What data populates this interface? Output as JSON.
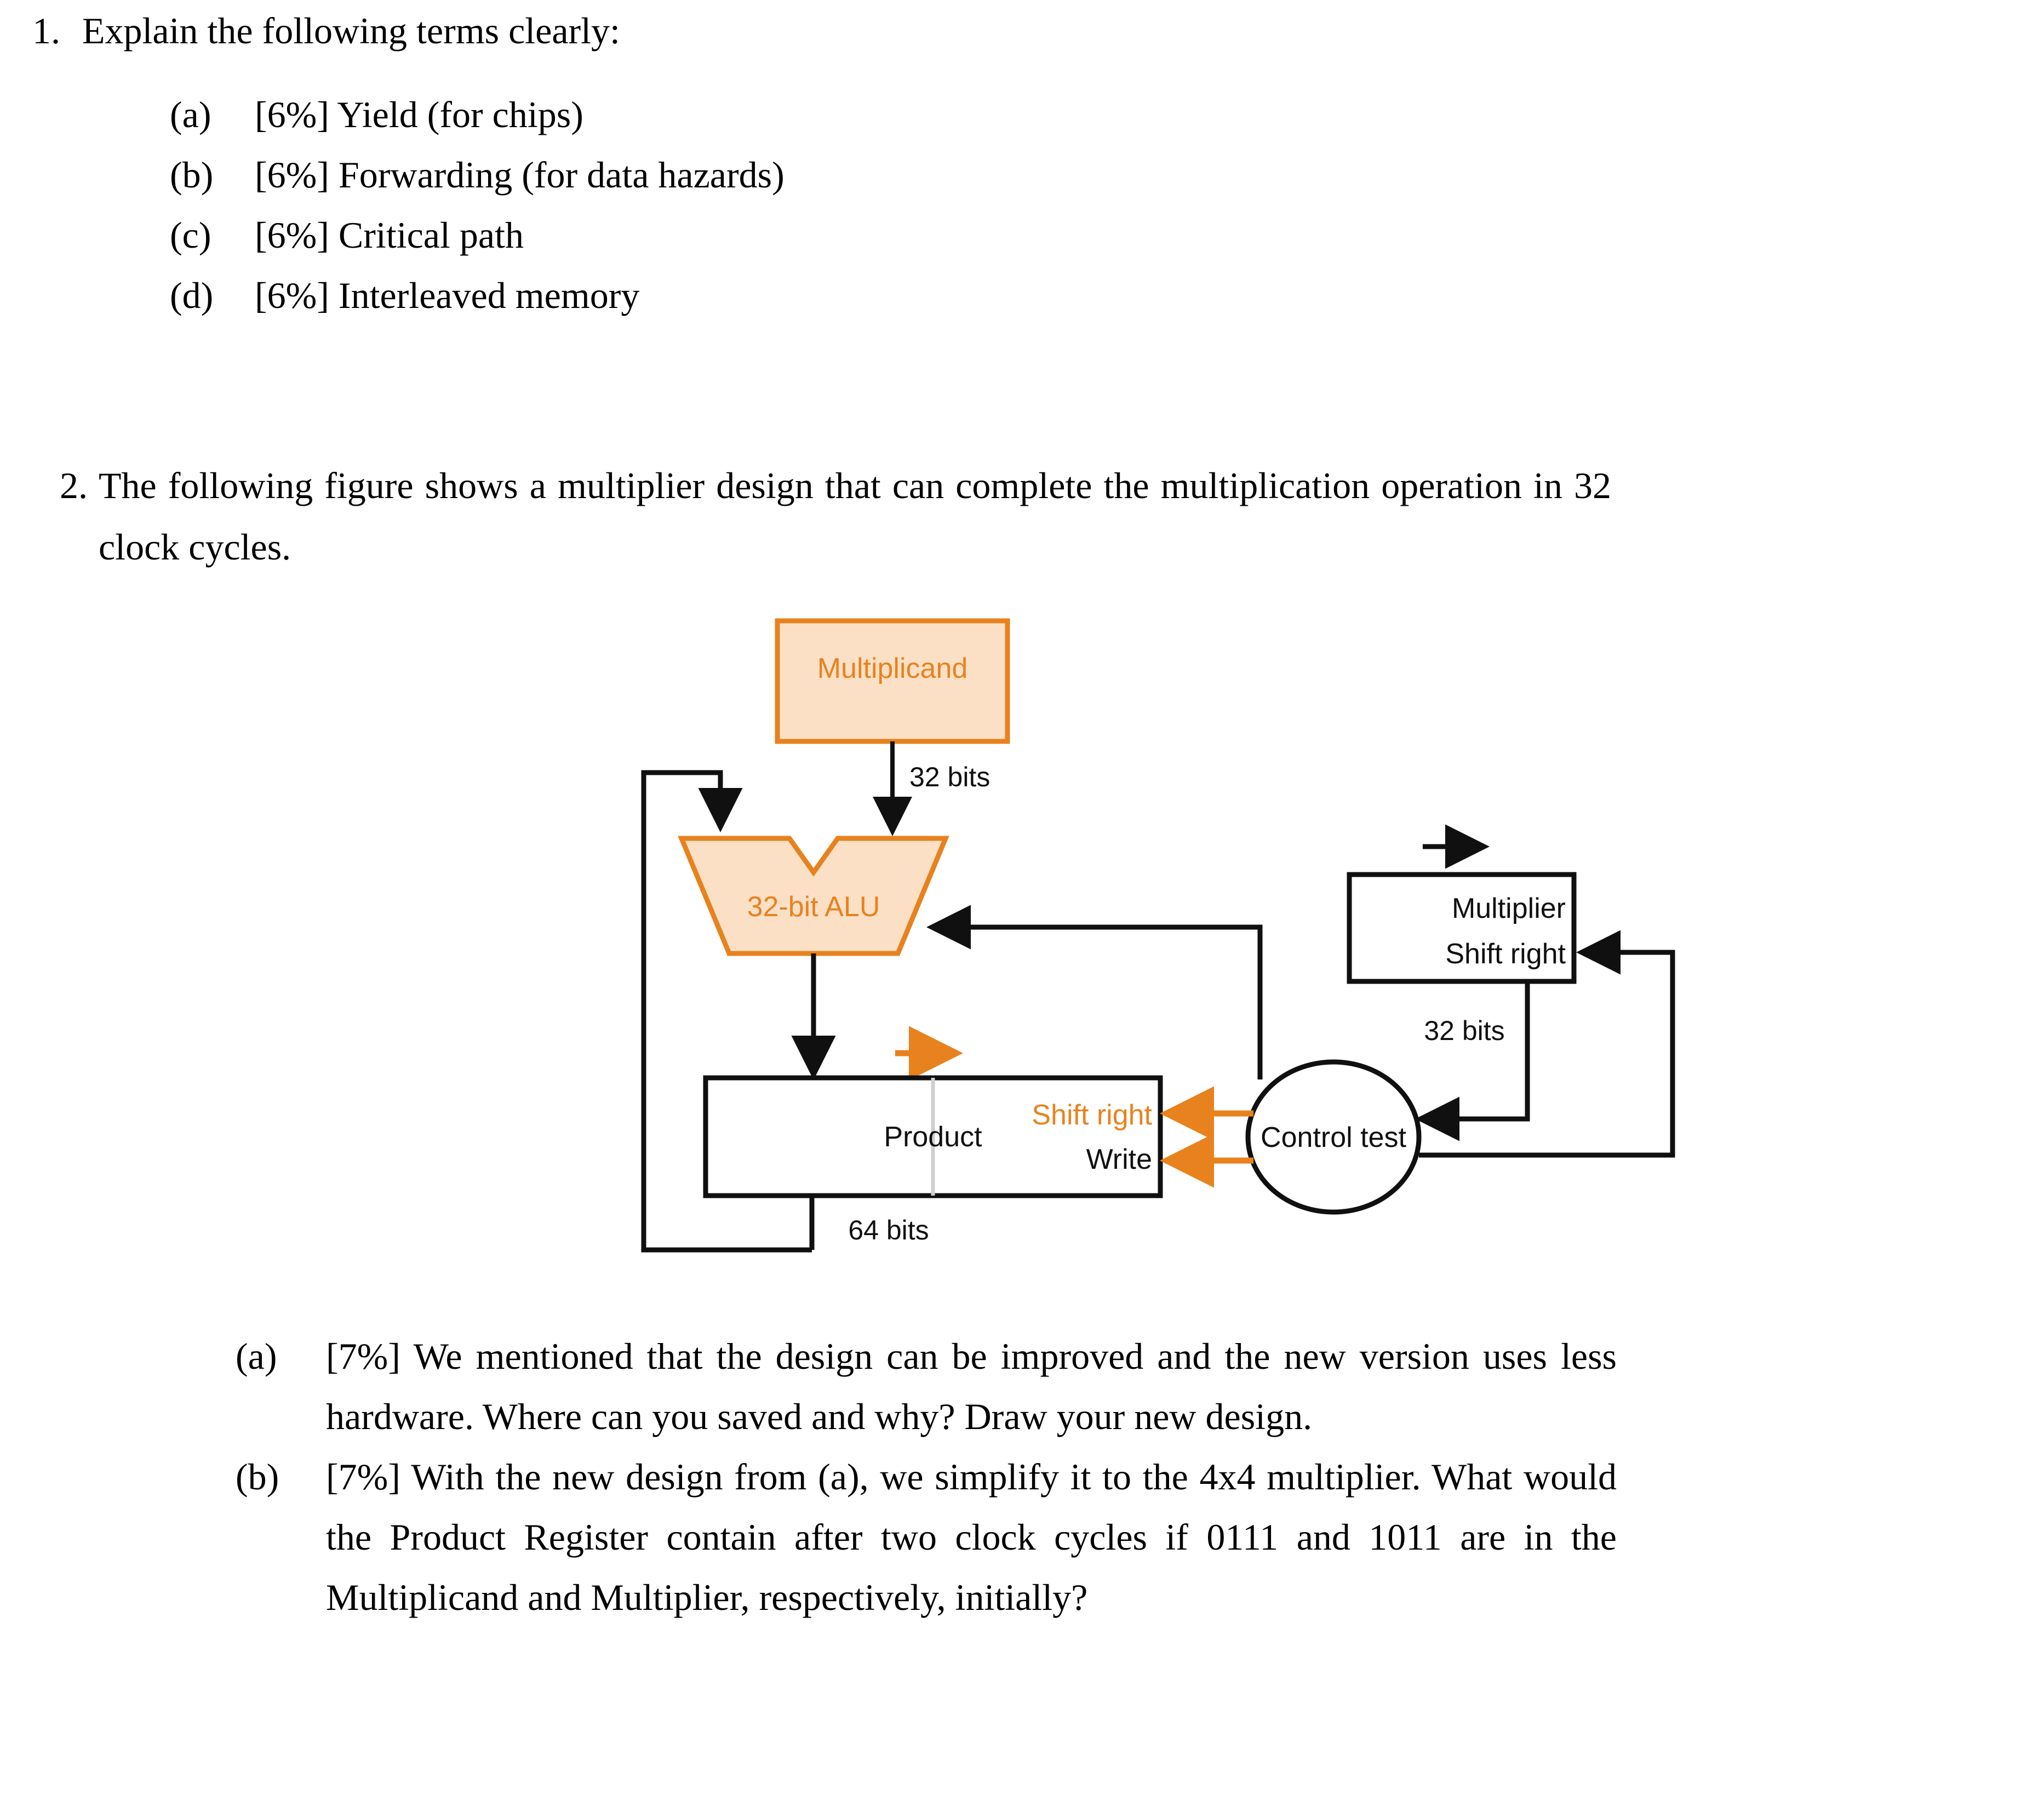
{
  "document": {
    "title": "Computer Architecture Exam Questions"
  },
  "colors": {
    "orange_stroke": "#E8821E",
    "orange_fill": "#FBE0C6",
    "black": "#101010",
    "divider_grey": "#CFCFCF",
    "page_background": "#FFFFFF"
  },
  "questions": [
    {
      "number": "1.",
      "text": "Explain the following terms clearly:",
      "subitems": [
        {
          "label": "(a)",
          "text": "[6%] Yield (for chips)"
        },
        {
          "label": "(b)",
          "text": "[6%] Forwarding (for data hazards)"
        },
        {
          "label": "(c)",
          "text": "[6%] Critical path"
        },
        {
          "label": "(d)",
          "text": "[6%] Interleaved memory"
        }
      ]
    },
    {
      "number": "2.",
      "text": "The following figure shows a multiplier design that can complete the multiplication operation in 32 clock cycles.",
      "subitems": [
        {
          "label": "(a)",
          "text": "[7%] We mentioned that the design can be improved and the new version uses less hardware. Where can you saved and why? Draw your new design."
        },
        {
          "label": "(b)",
          "text": "[7%] With the new design from (a), we simplify it to the 4x4 multiplier. What would the Product Register contain after two clock cycles if 0111 and 1011 are in the Multiplicand and Multiplier, respectively, initially?"
        }
      ]
    }
  ],
  "figure": {
    "multiplicand_box": {
      "label": "Multiplicand"
    },
    "multiplicand_wire_label": "32 bits",
    "alu": {
      "label": "32-bit ALU"
    },
    "product_box": {
      "label": "Product",
      "shift_right_label": "Shift right",
      "write_label": "Write"
    },
    "product_wire_label": "64 bits",
    "multiplier_box": {
      "label": "Multiplier",
      "shift_right_label": "Shift right"
    },
    "multiplier_wire_label": "32 bits",
    "control_test": {
      "label": "Control test"
    }
  }
}
